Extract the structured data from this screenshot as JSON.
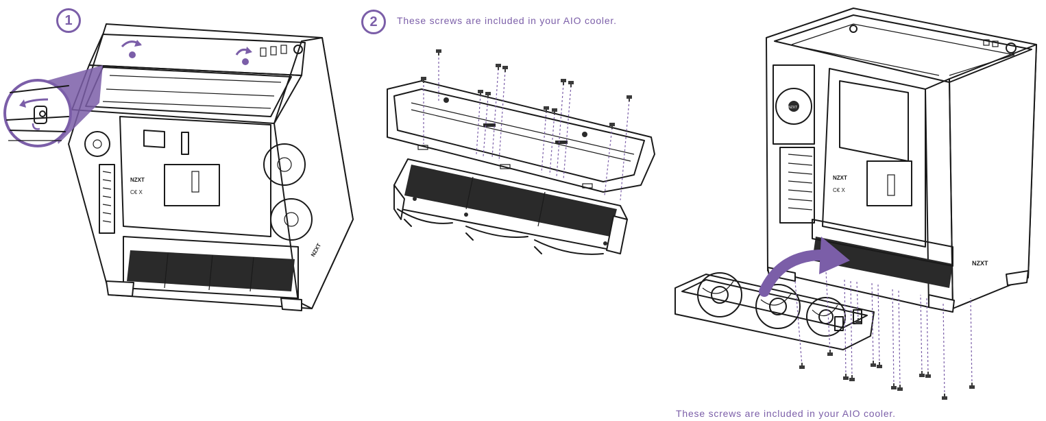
{
  "steps": [
    {
      "number": "1"
    },
    {
      "number": "2",
      "note": "These screws are included in your AIO cooler."
    }
  ],
  "bottom_note": "These screws are included in your AIO cooler.",
  "brand_mark": "NZXT",
  "colors": {
    "accent": "#7b5ea8",
    "line": "#1a1a1a",
    "background": "#ffffff"
  },
  "icons": {
    "step_badge": "circle-number",
    "arrow": "curved-arrow",
    "screw": "screw-icon"
  }
}
